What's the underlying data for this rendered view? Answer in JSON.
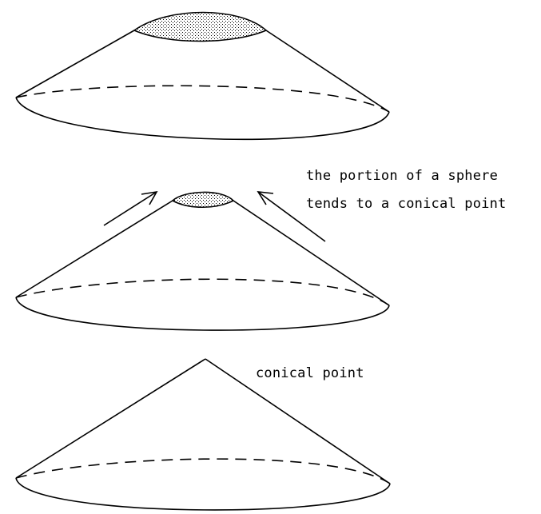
{
  "diagram": {
    "annotation_sphere_line1": "the portion of a sphere",
    "annotation_sphere_line2": "tends to a conical point",
    "annotation_conical": "conical point"
  },
  "colors": {
    "stroke": "#000000",
    "background": "#ffffff",
    "stipple": "#000000"
  }
}
